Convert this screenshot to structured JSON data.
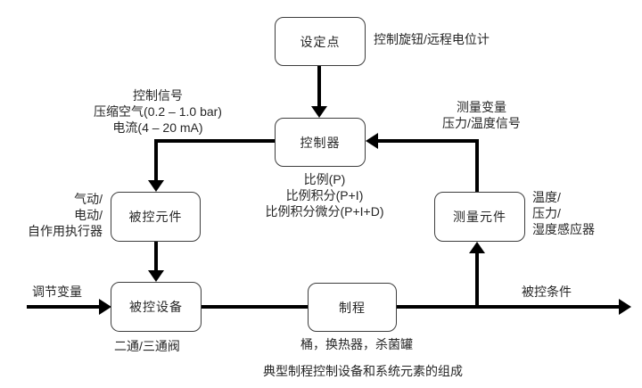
{
  "diagram": {
    "caption": "典型制程控制设备和系统元素的组成",
    "boxes": {
      "setpoint": "设定点",
      "controller": "控制器",
      "final_control_element": "被控元件",
      "controlled_device": "被控设备",
      "process": "制程",
      "measuring_element": "测量元件"
    },
    "labels": {
      "setpoint_note": "控制旋钮/远程电位计",
      "control_signal": [
        "控制信号",
        "压缩空气(0.2 – 1.0 bar)",
        "电流(4 – 20 mA)"
      ],
      "measured_variable": [
        "测量变量",
        "压力/温度信号"
      ],
      "pid_modes": [
        "比例(P)",
        "比例积分(P+I)",
        "比例积分微分(P+I+D)"
      ],
      "actuator_types": [
        "气动/",
        "电动/",
        "自作用执行器"
      ],
      "sensor_types": [
        "温度/",
        "压力/",
        "湿度感应器"
      ],
      "manipulated_variable": "调节变量",
      "valve_types": "二通/三通阀",
      "process_examples": "桶，换热器，杀菌罐",
      "controlled_condition": "被控条件"
    },
    "colors": {
      "line": "#000000",
      "box_border": "#3d3d3d",
      "text": "#262626",
      "background": "#ffffff"
    }
  }
}
